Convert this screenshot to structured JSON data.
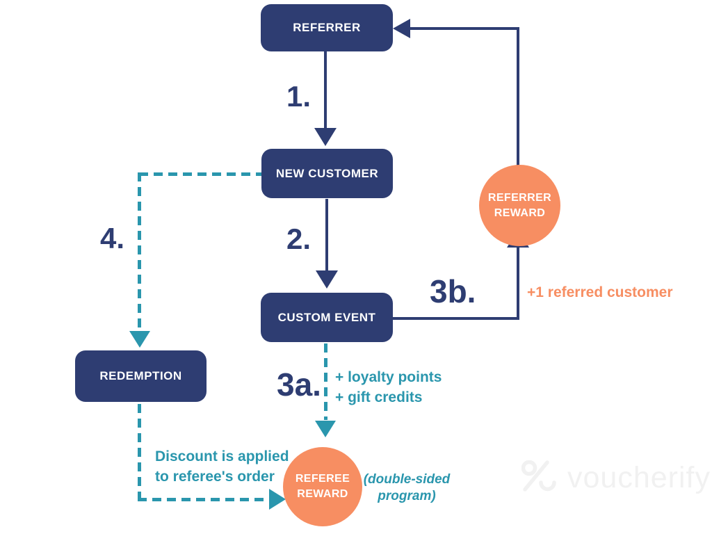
{
  "diagram": {
    "nodes": {
      "referrer": {
        "label": "REFERRER"
      },
      "new_customer": {
        "label": "NEW CUSTOMER"
      },
      "custom_event": {
        "label": "CUSTOM EVENT"
      },
      "redemption": {
        "label": "REDEMPTION"
      },
      "referrer_reward": {
        "label_line1": "REFERRER",
        "label_line2": "REWARD"
      },
      "referee_reward": {
        "label_line1": "REFEREE",
        "label_line2": "REWARD"
      }
    },
    "steps": {
      "step1": "1.",
      "step2": "2.",
      "step3a": "3a.",
      "step3b": "3b.",
      "step4": "4."
    },
    "annotations": {
      "referred_customer": "+1 referred customer",
      "loyalty_points": "+ loyalty points",
      "gift_credits": "+ gift credits",
      "discount_line1": "Discount is applied",
      "discount_line2": "to referee's order",
      "double_sided_line1": "(double-sided",
      "double_sided_line2": "program)"
    },
    "watermark": {
      "brand": "voucherify"
    },
    "colors": {
      "navy": "#2e3d72",
      "teal": "#2a96ad",
      "orange": "#f78e62",
      "watermark": "#f1f1f1"
    }
  }
}
